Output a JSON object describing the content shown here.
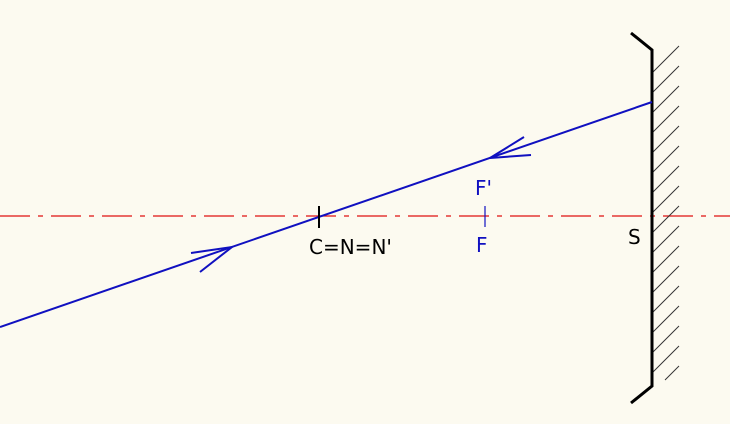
{
  "labels": {
    "center": "C=N=N'",
    "focus_image": "F'",
    "focus_object": "F",
    "vertex": "S"
  },
  "colors": {
    "background": "#fcfaf0",
    "axis": "#e01010",
    "ray": "#1010c0",
    "label_blue": "#1010c0",
    "mirror": "#000000",
    "hatch": "#333333",
    "label_black": "#000000"
  }
}
